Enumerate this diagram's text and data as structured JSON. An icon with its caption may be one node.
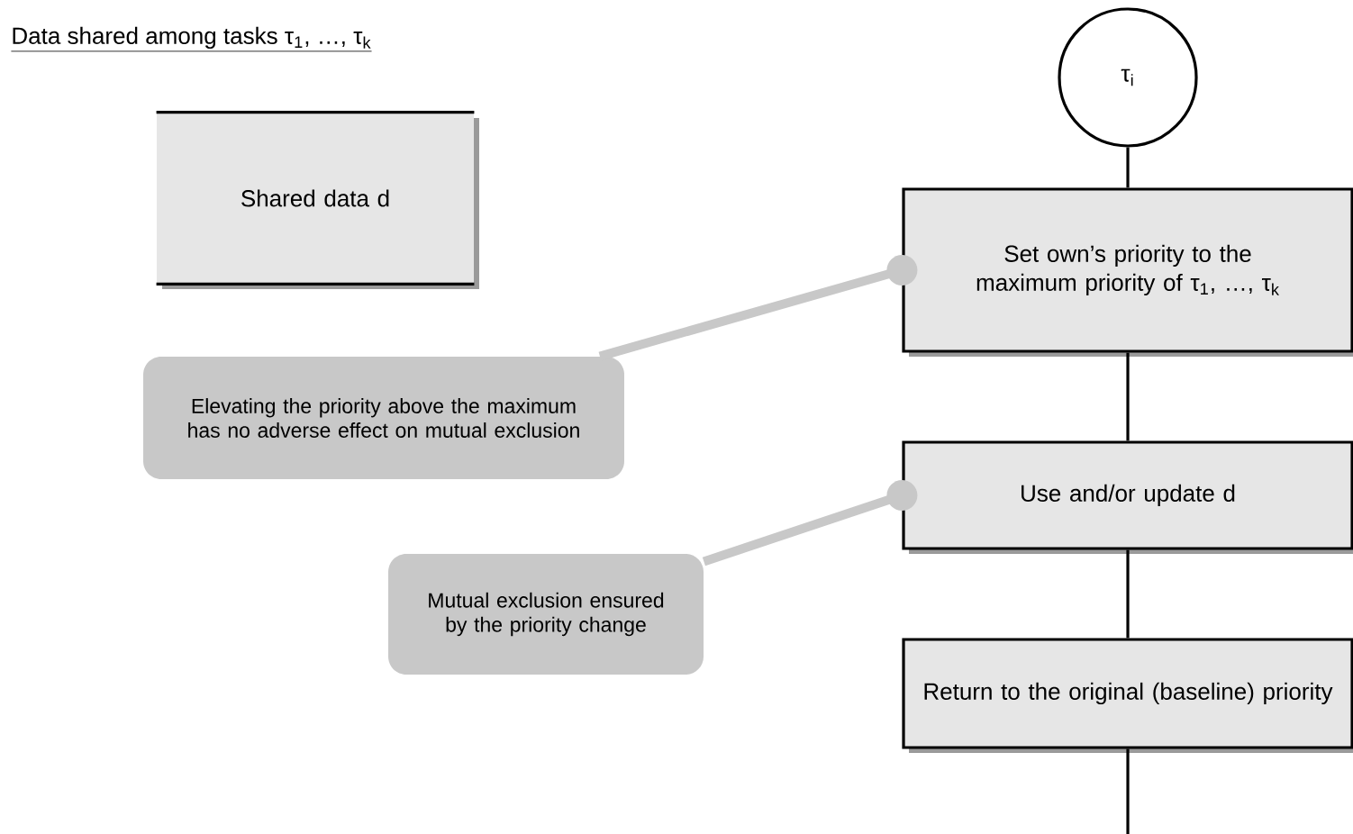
{
  "diagram": {
    "title": "Data shared among tasks τ$_{1}$, …, τ$_{k}$",
    "nodes": [
      {
        "text": [
          "Shared data d"
        ]
      },
      {
        "text": [
          "τ$_{i}$"
        ]
      },
      {
        "text": [
          "Set own’s priority to the maximum priority of τ$_{1}$, …, τ$_{k}$"
        ]
      },
      {
        "text": [
          "Use and/or update d"
        ]
      },
      {
        "text": [
          "Return to the original (baseline) priority"
        ]
      },
      {
        "text": [
          "Elevating the priority above the maximum has no adverse effect on mutual exclusion"
        ]
      },
      {
        "text": [
          "Mutual exclusion ensured by the priority change"
        ]
      }
    ],
    "edges": [
      {
        "from": 1,
        "to": 2,
        "arrow": "none"
      },
      {
        "from": 2,
        "to": 3,
        "arrow": "none"
      },
      {
        "from": 3,
        "to": 4,
        "arrow": "none"
      },
      {
        "from": 4,
        "to": null,
        "arrow": "none"
      },
      {
        "from": 5,
        "to": 2,
        "arrow": "other",
        "style": "thick",
        "color": "#c8c8c8"
      },
      {
        "from": 6,
        "to": 3,
        "arrow": "other",
        "style": "thick",
        "color": "#c8c8c8"
      }
    ]
  }
}
